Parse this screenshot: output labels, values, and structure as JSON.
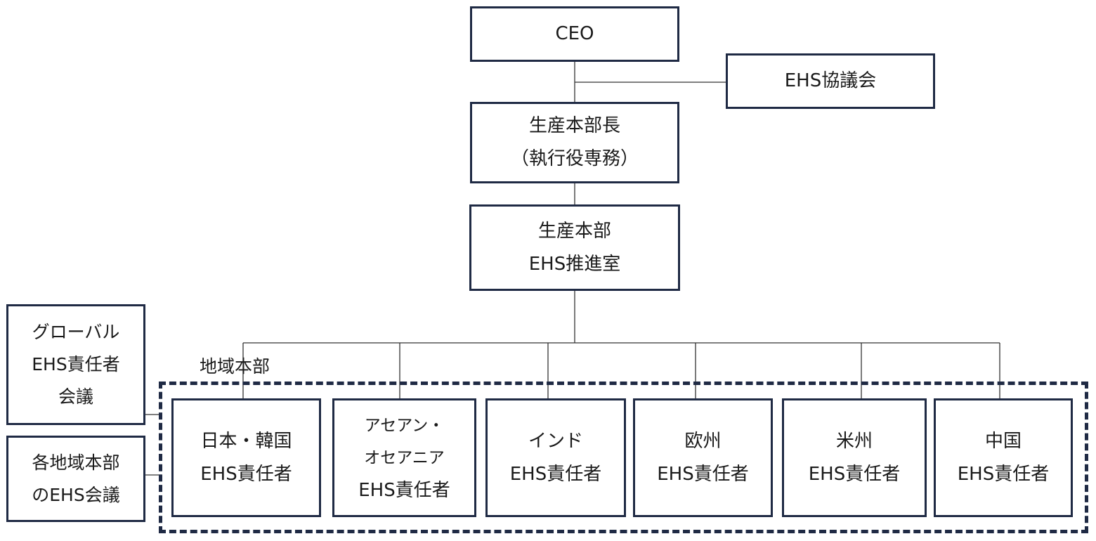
{
  "ceo": {
    "label": "CEO"
  },
  "council": {
    "label": "EHS協議会"
  },
  "production_head": {
    "line1": "生産本部長",
    "line2": "（執行役専務）"
  },
  "ehs_office": {
    "line1": "生産本部",
    "line2": "EHS推進室"
  },
  "regional_label": "地域本部",
  "global_meeting": {
    "line1": "グローバル",
    "line2": "EHS責任者",
    "line3": "会議"
  },
  "regional_meeting": {
    "line1": "各地域本部",
    "line2": "のEHS会議"
  },
  "regions": [
    {
      "line1": "日本・韓国",
      "line2": "EHS責任者"
    },
    {
      "line1": "アセアン・",
      "line2": "オセアニア",
      "line3": "EHS責任者"
    },
    {
      "line1": "インド",
      "line2": "EHS責任者"
    },
    {
      "line1": "欧州",
      "line2": "EHS責任者"
    },
    {
      "line1": "米州",
      "line2": "EHS責任者"
    },
    {
      "line1": "中国",
      "line2": "EHS責任者"
    }
  ],
  "colors": {
    "border": "#1f2a44",
    "connector": "#333333"
  }
}
